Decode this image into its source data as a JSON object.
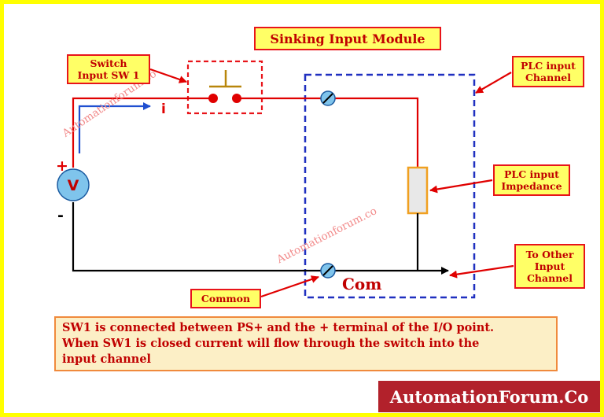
{
  "title": "Sinking Input Module",
  "labels": {
    "switch_input": "Switch\nInput SW 1",
    "plc_input_channel": "PLC input\nChannel",
    "plc_input_impedance": "PLC input\nImpedance",
    "to_other_input_channel": "To Other\nInput\nChannel",
    "common": "Common"
  },
  "symbols": {
    "plus": "+",
    "minus": "-",
    "voltmeter": "V",
    "current": "i",
    "com": "Com"
  },
  "description": [
    "SW1 is connected between PS+ and the + terminal of the I/O point.",
    "When SW1 is closed current will flow through the switch into the",
    "input channel"
  ],
  "watermark": "Automationforum.co",
  "brand": "AutomationForum.Co",
  "colors": {
    "frame": "#ffff00",
    "label_fill": "#ffff66",
    "label_border": "#e8141a",
    "wire_positive": "#e00000",
    "wire_common": "#000000",
    "current_arrow": "#1f4fd0",
    "module_border": "#2030c0",
    "brand_bg": "#b2212b"
  }
}
